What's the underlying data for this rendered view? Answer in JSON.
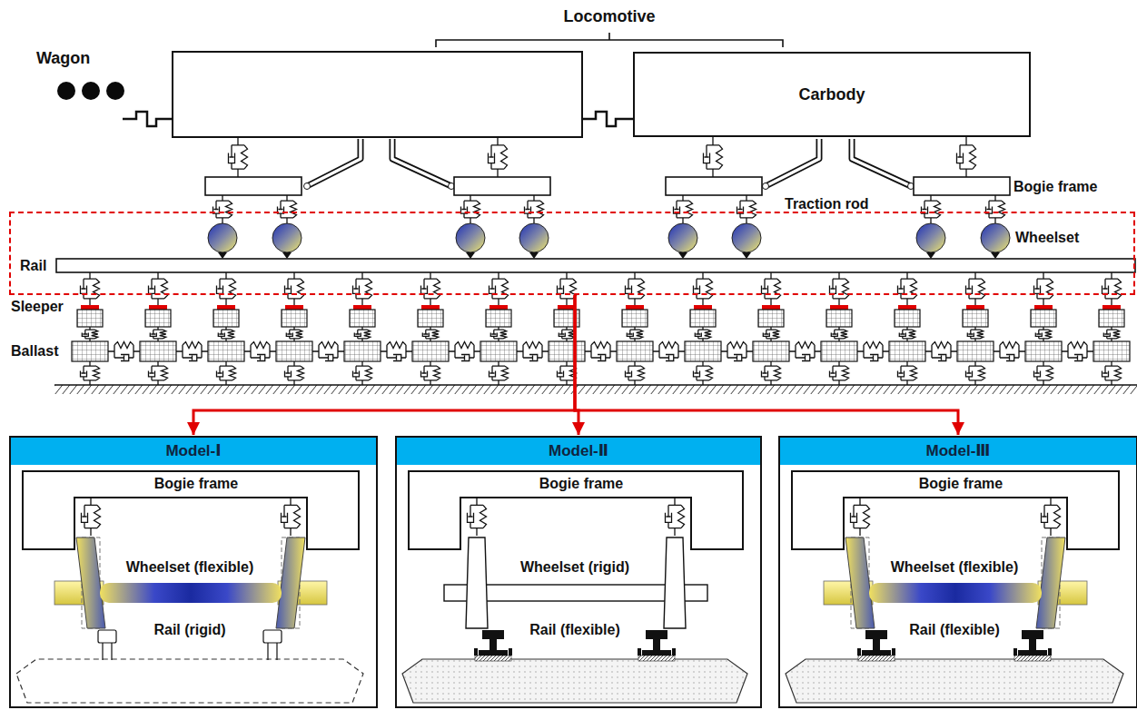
{
  "diagram": {
    "nodes": [
      {
        "text": [
          "Carbody"
        ]
      },
      {
        "text": [
          "Rail"
        ]
      },
      {
        "text": [
          "Model-Ⅰ"
        ]
      },
      {
        "text": [
          "Bogie frame"
        ],
        "in": 2
      },
      {
        "text": [
          "Model-Ⅱ"
        ]
      },
      {
        "text": [
          "Bogie frame"
        ],
        "in": 4
      },
      {
        "text": [
          "Model-Ⅲ"
        ]
      },
      {
        "text": [
          "Bogie frame"
        ],
        "in": 6
      }
    ],
    "edges": [
      {
        "from": 1,
        "to": 2,
        "arrow": "to"
      },
      {
        "from": 1,
        "to": 4,
        "arrow": "to"
      },
      {
        "from": 1,
        "to": 6,
        "arrow": "to"
      }
    ],
    "labels": [
      "Locomotive",
      "Wagon",
      "Traction rod",
      "Bogie frame",
      "Wheelset",
      "Sleeper",
      "Ballast",
      "Wheelset (flexible)",
      "Rail (rigid)",
      "Wheelset (rigid)",
      "Rail (flexible)",
      "Wheelset (flexible)",
      "Rail (flexible)"
    ]
  }
}
